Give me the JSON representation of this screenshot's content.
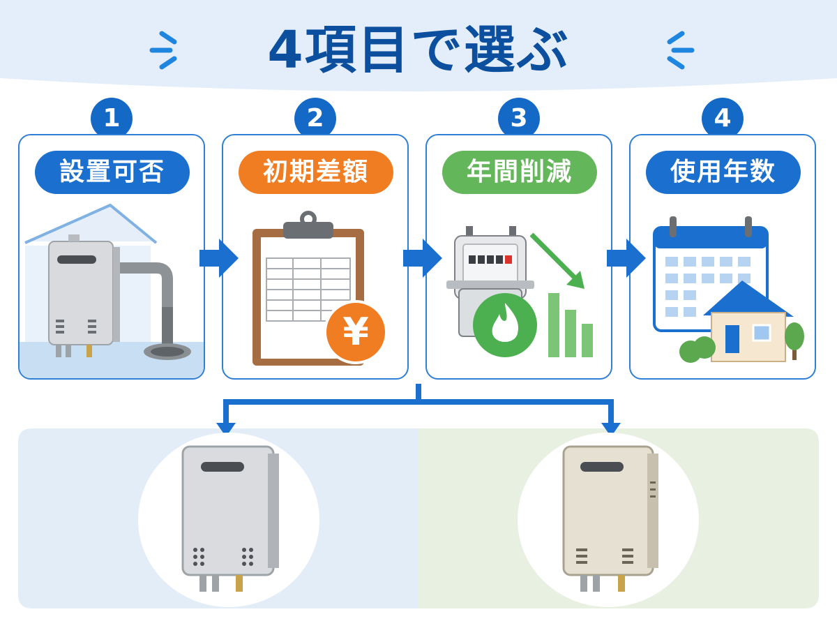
{
  "title": "4項目で選ぶ",
  "colors": {
    "primary": "#1469c7",
    "title": "#0b4f9e",
    "orange": "#f07d22",
    "green": "#63b65a",
    "panel_left": "#e2edf8",
    "panel_right": "#e8f0e2"
  },
  "steps": [
    {
      "number": "1",
      "label": "設置可否",
      "color": "#1a6fcf",
      "icon": "house-water-heater-icon"
    },
    {
      "number": "2",
      "label": "初期差額",
      "color": "#f07d22",
      "icon": "clipboard-yen-icon"
    },
    {
      "number": "3",
      "label": "年間削減",
      "color": "#63b65a",
      "icon": "gas-meter-savings-icon"
    },
    {
      "number": "4",
      "label": "使用年数",
      "color": "#1a6fcf",
      "icon": "calendar-house-icon"
    }
  ],
  "flow_arrow_icon": "arrow-right-icon",
  "branch_icon": "branch-arrow-icon",
  "options": [
    {
      "icon": "water-heater-gray-icon"
    },
    {
      "icon": "water-heater-beige-icon"
    }
  ],
  "illustration_text": {
    "yen": "¥"
  }
}
